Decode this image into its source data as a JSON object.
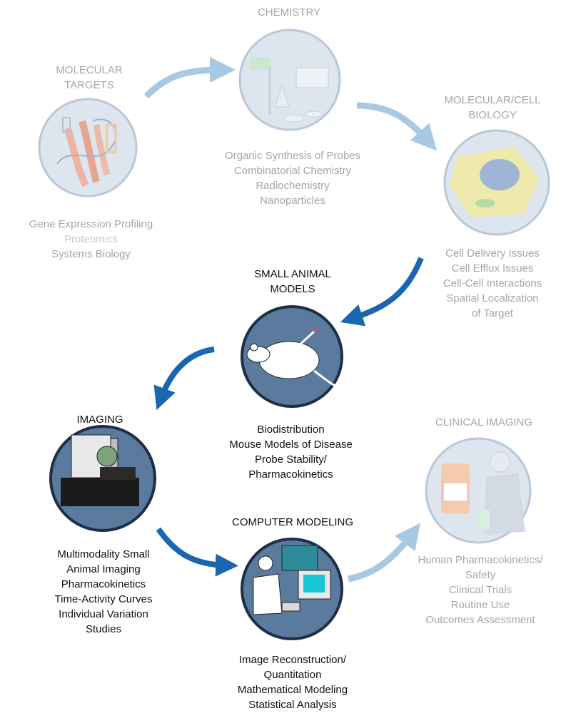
{
  "stages": {
    "molecular_targets": {
      "title": [
        "MOLECULAR",
        "TARGETS"
      ],
      "items": [
        "Gene Expression Profiling",
        "Proteomics",
        "Systems Biology"
      ]
    },
    "chemistry": {
      "title": [
        "CHEMISTRY"
      ],
      "items": [
        "Organic Synthesis of Probes",
        "Combinatorial Chemistry",
        "Radiochemistry",
        "Nanoparticles"
      ]
    },
    "cell_biology": {
      "title": [
        "MOLECULAR/CELL",
        "BIOLOGY"
      ],
      "items": [
        "Cell Delivery Issues",
        "Cell Efflux Issues",
        "Cell-Cell Interactions",
        "Spatial Localization",
        "of Target"
      ]
    },
    "small_animal": {
      "title": [
        "SMALL ANIMAL",
        "MODELS"
      ],
      "items": [
        "Biodistribution",
        "Mouse Models of Disease",
        "Probe Stability/",
        "Pharmacokinetics"
      ]
    },
    "imaging": {
      "title": [
        "IMAGING"
      ],
      "items": [
        "Multimodality Small",
        "Animal Imaging",
        "Pharmacokinetics",
        "Time-Activity Curves",
        "Individual Variation",
        "Studies"
      ]
    },
    "computer_modeling": {
      "title": [
        "COMPUTER MODELING"
      ],
      "items": [
        "Image Reconstruction/",
        "Quantitation",
        "Mathematical Modeling",
        "Statistical Analysis"
      ]
    },
    "clinical_imaging": {
      "title": [
        "CLINICAL IMAGING"
      ],
      "items": [
        "Human Pharmacokinetics/",
        "Safety",
        "Clinical Trials",
        "Routine Use",
        "Outcomes Assessment"
      ]
    }
  },
  "colors": {
    "faded_circle": "#d7e1ec",
    "active_circle": "#5a7a9e",
    "faded_arrow": "#a9c8e2",
    "active_arrow": "#1a66b0",
    "faded_text": "#a6a6a6",
    "dark_text": "#111111"
  }
}
